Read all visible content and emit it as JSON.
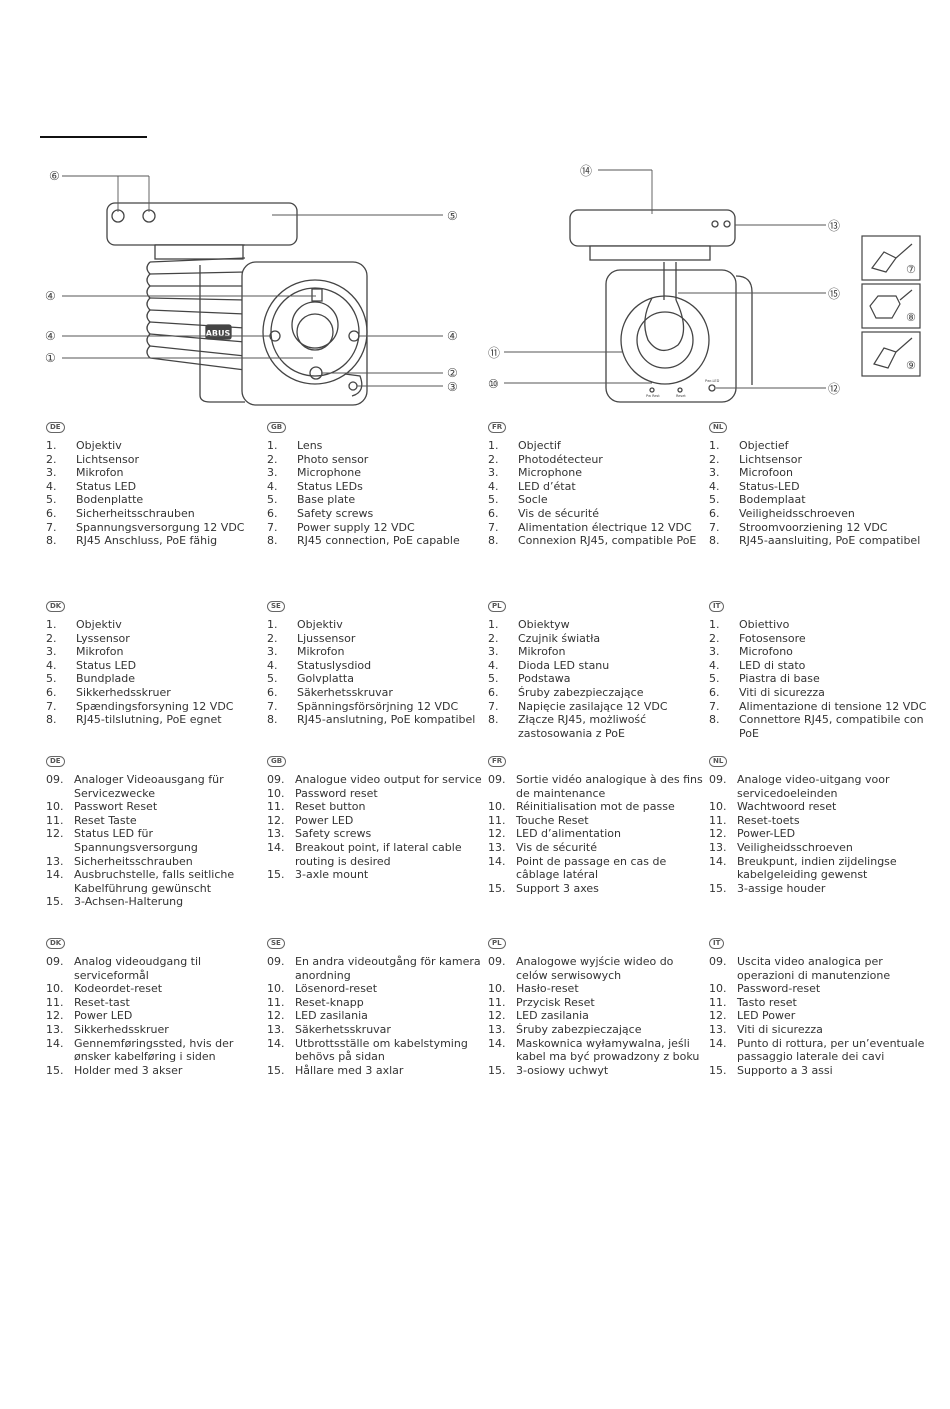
{
  "callouts": {
    "left": [
      "⑥",
      "⑤",
      "④",
      "④",
      "④",
      "①",
      "②",
      "③"
    ],
    "right": [
      "⑭",
      "⑬",
      "⑮",
      "⑪",
      "⑩",
      "⑫",
      "⑦",
      "⑧",
      "⑨"
    ],
    "camera_logo": "ABUS",
    "tiny_labels": [
      "Pw Rest",
      "Reset",
      "Pwr-LED"
    ]
  },
  "section1": [
    {
      "lang": "DE",
      "items": [
        {
          "n": "1.",
          "t": "Objektiv"
        },
        {
          "n": "2.",
          "t": "Lichtsensor"
        },
        {
          "n": "3.",
          "t": "Mikrofon"
        },
        {
          "n": "4.",
          "t": "Status LED"
        },
        {
          "n": "5.",
          "t": "Bodenplatte"
        },
        {
          "n": "6.",
          "t": "Sicherheitsschrauben"
        },
        {
          "n": "7.",
          "t": "Spannungsversorgung 12 VDC"
        },
        {
          "n": "8.",
          "t": "RJ45 Anschluss, PoE fähig"
        }
      ]
    },
    {
      "lang": "GB",
      "items": [
        {
          "n": "1.",
          "t": "Lens"
        },
        {
          "n": "2.",
          "t": "Photo sensor"
        },
        {
          "n": "3.",
          "t": "Microphone"
        },
        {
          "n": "4.",
          "t": "Status LEDs"
        },
        {
          "n": "5.",
          "t": "Base plate"
        },
        {
          "n": "6.",
          "t": "Safety screws"
        },
        {
          "n": "7.",
          "t": "Power supply 12 VDC"
        },
        {
          "n": "8.",
          "t": "RJ45 connection, PoE capable"
        }
      ]
    },
    {
      "lang": "FR",
      "items": [
        {
          "n": "1.",
          "t": "Objectif"
        },
        {
          "n": "2.",
          "t": "Photodétecteur"
        },
        {
          "n": "3.",
          "t": "Microphone"
        },
        {
          "n": "4.",
          "t": "LED d’état"
        },
        {
          "n": "5.",
          "t": "Socle"
        },
        {
          "n": "6.",
          "t": "Vis de sécurité"
        },
        {
          "n": "7.",
          "t": "Alimentation électrique 12 VDC"
        },
        {
          "n": "8.",
          "t": "Connexion RJ45, compatible PoE"
        }
      ]
    },
    {
      "lang": "NL",
      "items": [
        {
          "n": "1.",
          "t": "Objectief"
        },
        {
          "n": "2.",
          "t": "Lichtsensor"
        },
        {
          "n": "3.",
          "t": "Microfoon"
        },
        {
          "n": "4.",
          "t": "Status-LED"
        },
        {
          "n": "5.",
          "t": "Bodemplaat"
        },
        {
          "n": "6.",
          "t": "Veiligheidsschroeven"
        },
        {
          "n": "7.",
          "t": "Stroomvoorziening 12 VDC"
        },
        {
          "n": "8.",
          "t": "RJ45-aansluiting, PoE compatibel"
        }
      ]
    }
  ],
  "section2": [
    {
      "lang": "DK",
      "items": [
        {
          "n": "1.",
          "t": "Objektiv"
        },
        {
          "n": "2.",
          "t": "Lyssensor"
        },
        {
          "n": "3.",
          "t": "Mikrofon"
        },
        {
          "n": "4.",
          "t": "Status LED"
        },
        {
          "n": "5.",
          "t": "Bundplade"
        },
        {
          "n": "6.",
          "t": "Sikkerhedsskruer"
        },
        {
          "n": "7.",
          "t": "Spændingsforsyning 12 VDC"
        },
        {
          "n": "8.",
          "t": "RJ45-tilslutning, PoE egnet"
        }
      ]
    },
    {
      "lang": "SE",
      "items": [
        {
          "n": "1.",
          "t": "Objektiv"
        },
        {
          "n": "2.",
          "t": "Ljussensor"
        },
        {
          "n": "3.",
          "t": "Mikrofon"
        },
        {
          "n": "4.",
          "t": "Statuslysdiod"
        },
        {
          "n": "5.",
          "t": "Golvplatta"
        },
        {
          "n": "6.",
          "t": "Säkerhetsskruvar"
        },
        {
          "n": "7.",
          "t": "Spänningsförsörjning 12 VDC"
        },
        {
          "n": "8.",
          "t": "RJ45-anslutning, PoE kompatibel"
        }
      ]
    },
    {
      "lang": "PL",
      "items": [
        {
          "n": "1.",
          "t": "Obiektyw"
        },
        {
          "n": "2.",
          "t": "Czujnik światła"
        },
        {
          "n": "3.",
          "t": "Mikrofon"
        },
        {
          "n": "4.",
          "t": "Dioda LED stanu"
        },
        {
          "n": "5.",
          "t": "Podstawa"
        },
        {
          "n": "6.",
          "t": "Śruby zabezpieczające"
        },
        {
          "n": "7.",
          "t": "Napięcie zasilające 12 VDC"
        },
        {
          "n": "8.",
          "t": "Złącze RJ45, możliwość zastosowania z PoE"
        }
      ]
    },
    {
      "lang": "IT",
      "items": [
        {
          "n": "1.",
          "t": "Obiettivo"
        },
        {
          "n": "2.",
          "t": "Fotosensore"
        },
        {
          "n": "3.",
          "t": "Microfono"
        },
        {
          "n": "4.",
          "t": "LED di stato"
        },
        {
          "n": "5.",
          "t": "Piastra di base"
        },
        {
          "n": "6.",
          "t": "Viti di sicurezza"
        },
        {
          "n": "7.",
          "t": "Alimentazione di tensione 12 VDC"
        },
        {
          "n": "8.",
          "t": "Connettore RJ45, compatibile con PoE"
        }
      ]
    }
  ],
  "section3": [
    {
      "lang": "DE",
      "items": [
        {
          "n": "09.",
          "t": "Analoger Videoausgang für Servicezwecke"
        },
        {
          "n": "10.",
          "t": "Passwort Reset"
        },
        {
          "n": "11.",
          "t": "Reset Taste"
        },
        {
          "n": "12.",
          "t": "Status LED für Spannungsversorgung"
        },
        {
          "n": "13.",
          "t": "Sicherheitsschrauben"
        },
        {
          "n": "14.",
          "t": "Ausbruchstelle, falls seitliche Kabelführung gewünscht"
        },
        {
          "n": "15.",
          "t": "3-Achsen-Halterung"
        }
      ]
    },
    {
      "lang": "GB",
      "items": [
        {
          "n": "09.",
          "t": "Analogue video output for service"
        },
        {
          "n": "10.",
          "t": "Password reset"
        },
        {
          "n": "11.",
          "t": "Reset button"
        },
        {
          "n": "12.",
          "t": "Power LED"
        },
        {
          "n": "13.",
          "t": "Safety screws"
        },
        {
          "n": "14.",
          "t": "Breakout point, if lateral cable routing is desired"
        },
        {
          "n": "15.",
          "t": "3-axle mount"
        }
      ]
    },
    {
      "lang": "FR",
      "items": [
        {
          "n": "09.",
          "t": "Sortie vidéo analogique à des fins de maintenance"
        },
        {
          "n": "10.",
          "t": "Réinitialisation mot de passe"
        },
        {
          "n": "11.",
          "t": "Touche Reset"
        },
        {
          "n": "12.",
          "t": "LED d’alimentation"
        },
        {
          "n": "13.",
          "t": "Vis de sécurité"
        },
        {
          "n": "14.",
          "t": "Point de passage en cas de câblage latéral"
        },
        {
          "n": "15.",
          "t": "Support 3 axes"
        }
      ]
    },
    {
      "lang": "NL",
      "items": [
        {
          "n": "09.",
          "t": "Analoge video-uitgang voor servicedoeleinden"
        },
        {
          "n": "10.",
          "t": "Wachtwoord reset"
        },
        {
          "n": "11.",
          "t": "Reset-toets"
        },
        {
          "n": "12.",
          "t": "Power-LED"
        },
        {
          "n": "13.",
          "t": "Veiligheidsschroeven"
        },
        {
          "n": "14.",
          "t": "Breukpunt, indien zijdelingse kabelgeleiding gewenst"
        },
        {
          "n": "15.",
          "t": "3-assige houder"
        }
      ]
    }
  ],
  "section4": [
    {
      "lang": "DK",
      "items": [
        {
          "n": "09.",
          "t": "Analog videoudgang til serviceformål"
        },
        {
          "n": "10.",
          "t": "Kodeordet-reset"
        },
        {
          "n": "11.",
          "t": "Reset-tast"
        },
        {
          "n": "12.",
          "t": "Power LED"
        },
        {
          "n": "13.",
          "t": "Sikkerhedsskruer"
        },
        {
          "n": "14.",
          "t": "Gennemføringssted, hvis der ønsker kabelføring i siden"
        },
        {
          "n": "15.",
          "t": "Holder med 3 akser"
        }
      ]
    },
    {
      "lang": "SE",
      "items": [
        {
          "n": "09.",
          "t": "En andra videoutgång för kamera anordning"
        },
        {
          "n": "10.",
          "t": "Lösenord-reset"
        },
        {
          "n": "11.",
          "t": "Reset-knapp"
        },
        {
          "n": "12.",
          "t": "LED zasilania"
        },
        {
          "n": "13.",
          "t": "Säkerhetsskruvar"
        },
        {
          "n": "14.",
          "t": "Utbrottsställe om kabelstyming behövs på sidan"
        },
        {
          "n": "15.",
          "t": "Hållare med 3 axlar"
        }
      ]
    },
    {
      "lang": "PL",
      "items": [
        {
          "n": "09.",
          "t": "Analogowe wyjście wideo do celów serwisowych"
        },
        {
          "n": "10.",
          "t": "Hasło-reset"
        },
        {
          "n": "11.",
          "t": "Przycisk Reset"
        },
        {
          "n": "12.",
          "t": "LED zasilania"
        },
        {
          "n": "13.",
          "t": "Śruby zabezpieczające"
        },
        {
          "n": "14.",
          "t": "Maskownica wyłamywalna, jeśli kabel ma być prowadzony z boku"
        },
        {
          "n": "15.",
          "t": "3-osiowy uchwyt"
        }
      ]
    },
    {
      "lang": "IT",
      "items": [
        {
          "n": "09.",
          "t": "Uscita video analogica per operazioni di manutenzione"
        },
        {
          "n": "10.",
          "t": "Password-reset"
        },
        {
          "n": "11.",
          "t": "Tasto reset"
        },
        {
          "n": "12.",
          "t": "LED Power"
        },
        {
          "n": "13.",
          "t": "Viti di sicurezza"
        },
        {
          "n": "14.",
          "t": "Punto di rottura, per un’eventuale passaggio laterale dei cavi"
        },
        {
          "n": "15.",
          "t": "Supporto a 3 assi"
        }
      ]
    }
  ]
}
